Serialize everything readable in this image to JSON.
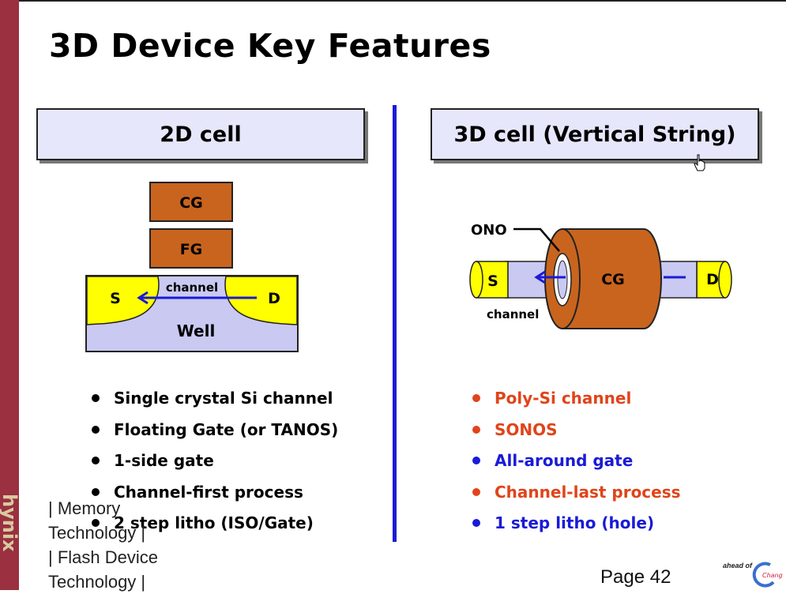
{
  "slide": {
    "title": "3D Device Key Features",
    "brand": "hynix"
  },
  "left": {
    "header": "2D cell",
    "diagram": {
      "cg_label": "CG",
      "fg_label": "FG",
      "source_label": "S",
      "drain_label": "D",
      "channel_label": "channel",
      "well_label": "Well"
    },
    "bullets": [
      "Single crystal Si channel",
      "Floating Gate (or TANOS)",
      "1-side gate",
      "Channel-first process",
      "2 step litho (ISO/Gate)"
    ]
  },
  "right": {
    "header": "3D cell (Vertical String)",
    "diagram": {
      "ono_label": "ONO",
      "cg_label": "CG",
      "source_label": "S",
      "drain_label": "D",
      "channel_label": "channel"
    },
    "bullets": [
      {
        "text": "Poly-Si channel",
        "color": "#e0441a"
      },
      {
        "text": "SONOS",
        "color": "#e0441a"
      },
      {
        "text": "All-around gate",
        "color": "#1a1ad8"
      },
      {
        "text": "Channel-last process",
        "color": "#e0441a"
      },
      {
        "text": "1 step litho (hole)",
        "color": "#1a1ad8"
      }
    ]
  },
  "footer": {
    "text_line1": "| Memory Technology |",
    "text_line2": "| Flash Device Technology |",
    "page": "Page 42",
    "logo_text": "ahead of",
    "logo_mark": "Chang"
  },
  "colors": {
    "brand_bar": "#9a3040",
    "gate_orange": "#c8641e",
    "yellow": "#ffff00",
    "lavender": "#c9c9f2",
    "blue": "#1a1ad8",
    "red": "#e0441a"
  }
}
